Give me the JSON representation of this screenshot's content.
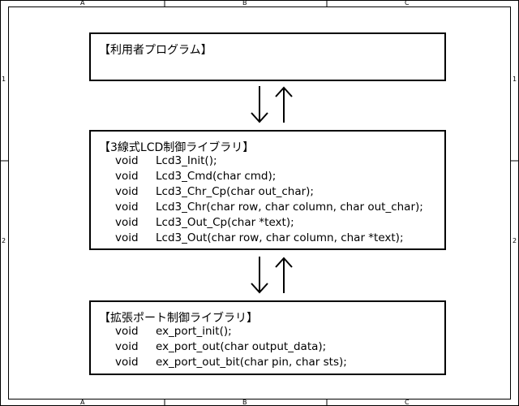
{
  "frame": {
    "columns": [
      "A",
      "B",
      "C"
    ],
    "rows": [
      "1",
      "2"
    ]
  },
  "boxes": {
    "user_program": {
      "title": "【利用者プログラム】"
    },
    "lcd_library": {
      "title": "【3線式LCD制御ライブラリ】",
      "functions": [
        {
          "type": "void",
          "signature": "Lcd3_Init();"
        },
        {
          "type": "void",
          "signature": "Lcd3_Cmd(char cmd);"
        },
        {
          "type": "void",
          "signature": "Lcd3_Chr_Cp(char out_char);"
        },
        {
          "type": "void",
          "signature": "Lcd3_Chr(char row, char column, char out_char);"
        },
        {
          "type": "void",
          "signature": "Lcd3_Out_Cp(char *text);"
        },
        {
          "type": "void",
          "signature": "Lcd3_Out(char row, char column, char *text);"
        }
      ]
    },
    "port_library": {
      "title": "【拡張ポート制御ライブラリ】",
      "functions": [
        {
          "type": "void",
          "signature": "ex_port_init();"
        },
        {
          "type": "void",
          "signature": "ex_port_out(char output_data);"
        },
        {
          "type": "void",
          "signature": "ex_port_out_bit(char pin, char sts);"
        }
      ]
    }
  },
  "connectors": [
    {
      "name": "user-lcd-arrows",
      "directions": [
        "down",
        "up"
      ]
    },
    {
      "name": "lcd-port-arrows",
      "directions": [
        "down",
        "up"
      ]
    }
  ]
}
